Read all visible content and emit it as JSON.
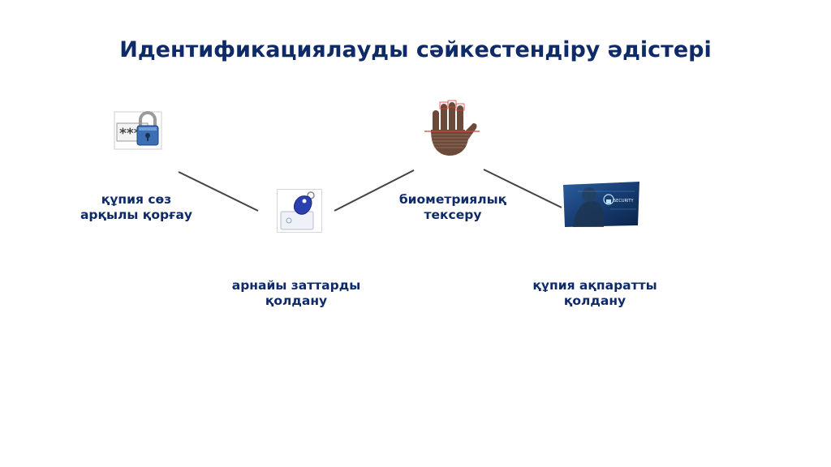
{
  "slide": {
    "title": "Идентификациялауды сәйкестендіру әдістері"
  },
  "methods": [
    {
      "line1": "құпия сөз",
      "line2": "арқылы қорғау",
      "icon": "password-lock-icon"
    },
    {
      "line1": "арнайы заттарды",
      "line2": "қолдану",
      "icon": "rfid-keyfob-icon"
    },
    {
      "line1": "биометриялық",
      "line2": "тексеру",
      "icon": "fingerprint-hand-icon"
    },
    {
      "line1": "құпия ақпаратты",
      "line2": "қолдану",
      "icon": "security-touchscreen-icon"
    }
  ],
  "icon_text": {
    "password_mask": "***",
    "security_badge": "SECURITY"
  },
  "colors": {
    "title": "#0e2a68",
    "labels": "#0e2a68",
    "connector": "#444444"
  }
}
